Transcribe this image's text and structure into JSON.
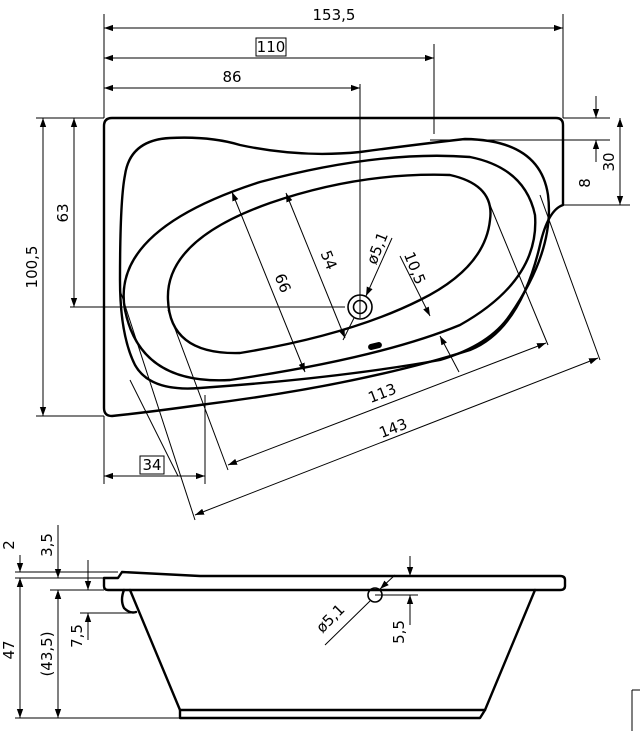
{
  "top_view": {
    "overall_width": "153,5",
    "width_boxed": "110",
    "drain_offset": "86",
    "overall_depth": "100,5",
    "depth_to_drain": "63",
    "rim_step_small": "8",
    "rim_step": "30",
    "inner_width_66": "66",
    "inner_width_54": "54",
    "drain_diameter": "ø5,1",
    "drain_gap": "10,5",
    "inner_length": "113",
    "outer_length": "143",
    "corner_boxed": "34"
  },
  "side_view": {
    "rim_top": "2",
    "rim_thickness": "3,5",
    "total_height": "47",
    "inner_height": "(43,5)",
    "overflow_drop": "7,5",
    "overflow_diameter": "ø5,1",
    "overflow_offset": "5,5"
  }
}
